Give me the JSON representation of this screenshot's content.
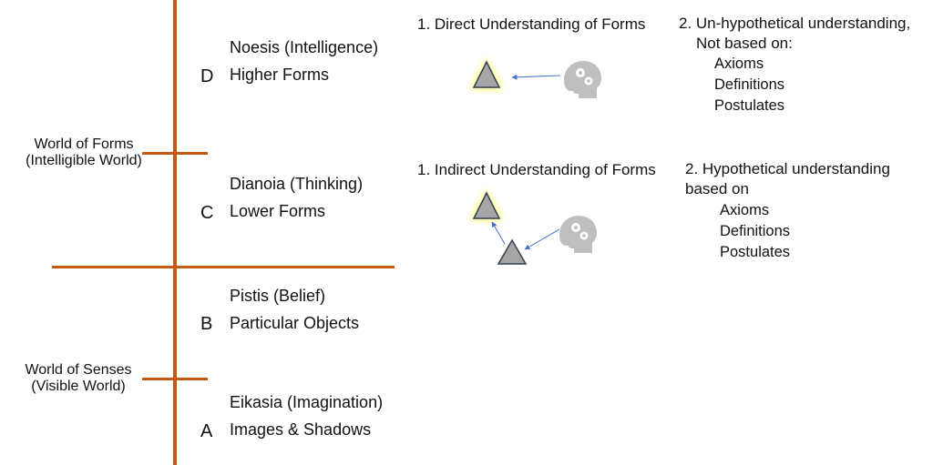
{
  "side_labels": {
    "forms": [
      "World of Forms",
      "(Intelligible World)"
    ],
    "senses": [
      "World of Senses",
      "(Visible World)"
    ]
  },
  "sections": [
    {
      "letter": "D",
      "title": "Noesis (Intelligence)",
      "subtitle": "Higher Forms"
    },
    {
      "letter": "C",
      "title": "Dianoia (Thinking)",
      "subtitle": "Lower Forms"
    },
    {
      "letter": "B",
      "title": "Pistis (Belief)",
      "subtitle": "Particular Objects"
    },
    {
      "letter": "A",
      "title": "Eikasia (Imagination)",
      "subtitle": "Images & Shadows"
    }
  ],
  "noesis": {
    "heading": "1. Direct Understanding of Forms",
    "desc_line1": "2. Un-hypothetical understanding,",
    "desc_line2": "Not based on:",
    "items": [
      "Axioms",
      "Definitions",
      "Postulates"
    ]
  },
  "dianoia": {
    "heading": "1. Indirect Understanding of Forms",
    "desc_line1": "2. Hypothetical understanding",
    "desc_line2": "based on",
    "items": [
      "Axioms",
      "Definitions",
      "Postulates"
    ]
  },
  "colors": {
    "divider": "#c55a11",
    "triangle_fill": "#a6a6a6",
    "triangle_stroke": "#333f50",
    "glow": "#ffff66",
    "arrow": "#4472c4",
    "head_icon": "#bfbfbf"
  },
  "icons": [
    "triangle-form-icon",
    "head-gears-icon",
    "arrow-icon"
  ]
}
